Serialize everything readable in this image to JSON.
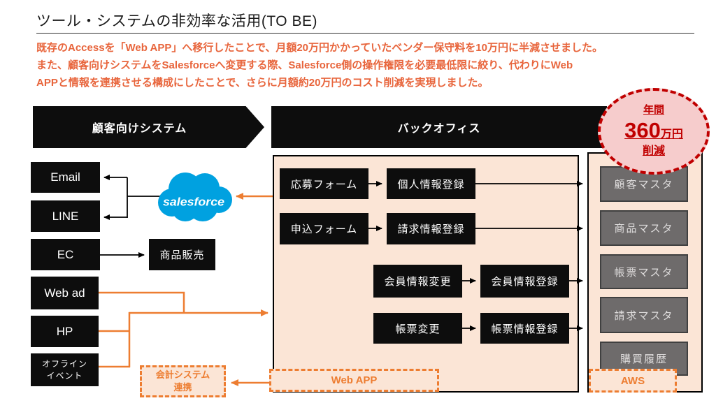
{
  "title": "ツール・システムの非効率な活用(TO BE)",
  "description": {
    "lines": [
      "既存のAccessを「Web APP」へ移行したことで、月額20万円かかっていたベンダー保守料を10万円に半減させました。",
      "また、顧客向けシステムをSalesforceへ変更する際、Salesforce側の操作権限を必要最低限に絞り、代わりにWeb",
      "APPと情報を連携させる構成にしたことで、さらに月額約20万円のコスト削減を実現しました。"
    ]
  },
  "lanes": {
    "customer": "顧客向けシステム",
    "backoffice": "バックオフィス"
  },
  "savings_badge": {
    "period": "年間",
    "amount": "360",
    "unit": "万円",
    "action": "削減"
  },
  "channels": {
    "email": "Email",
    "line": "LINE",
    "ec": "EC",
    "web_ad": "Web ad",
    "hp": "HP",
    "offline_line1": "オフライン",
    "offline_line2": "イベント"
  },
  "salesforce_label": "salesforce",
  "product_sales": "商品販売",
  "webapp": {
    "label": "Web APP",
    "rows": [
      {
        "from": "応募フォーム",
        "to": "個人情報登録"
      },
      {
        "from": "申込フォーム",
        "to": "請求情報登録"
      },
      {
        "from": "会員情報変更",
        "to": "会員情報登録"
      },
      {
        "from": "帳票変更",
        "to": "帳票情報登録"
      }
    ]
  },
  "database": {
    "items": [
      "顧客マスタ",
      "商品マスタ",
      "帳票マスタ",
      "請求マスタ",
      "購買履歴"
    ],
    "aws_label": "AWS"
  },
  "accounting_link": {
    "line1": "会計システム",
    "line2": "連携"
  },
  "colors": {
    "accent_orange": "#ED7D31",
    "text_orange": "#E8653C",
    "dark_red": "#C00000",
    "badge_fill": "#F6CCCC",
    "salesforce_blue": "#00A1E0",
    "panel_fill": "#FBE5D6",
    "gray_box": "#6E6B6B",
    "black_box": "#0D0D0D"
  }
}
